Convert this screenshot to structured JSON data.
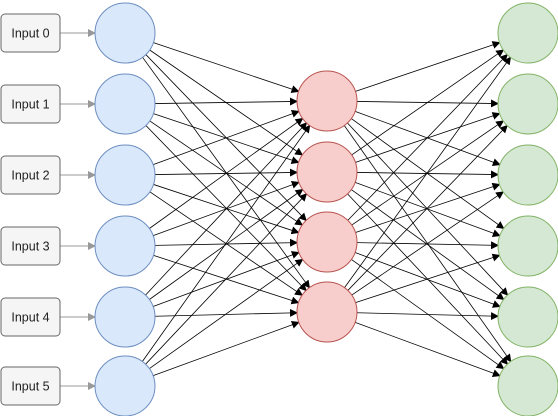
{
  "diagram": {
    "input_labels": [
      "Input 0",
      "Input 1",
      "Input 2",
      "Input 3",
      "Input 4",
      "Input 5"
    ],
    "layers": [
      {
        "count": 6,
        "fill": "#dae8fc",
        "stroke": "#6c8ebf"
      },
      {
        "count": 4,
        "fill": "#f8cecc",
        "stroke": "#b85450"
      },
      {
        "count": 6,
        "fill": "#d5e8d4",
        "stroke": "#82b366"
      }
    ],
    "colors": {
      "label_box_fill": "#f5f5f5",
      "label_box_stroke": "#666666",
      "input_arrow": "#999999",
      "edge": "#000000"
    },
    "connectivity": "fully-connected"
  }
}
